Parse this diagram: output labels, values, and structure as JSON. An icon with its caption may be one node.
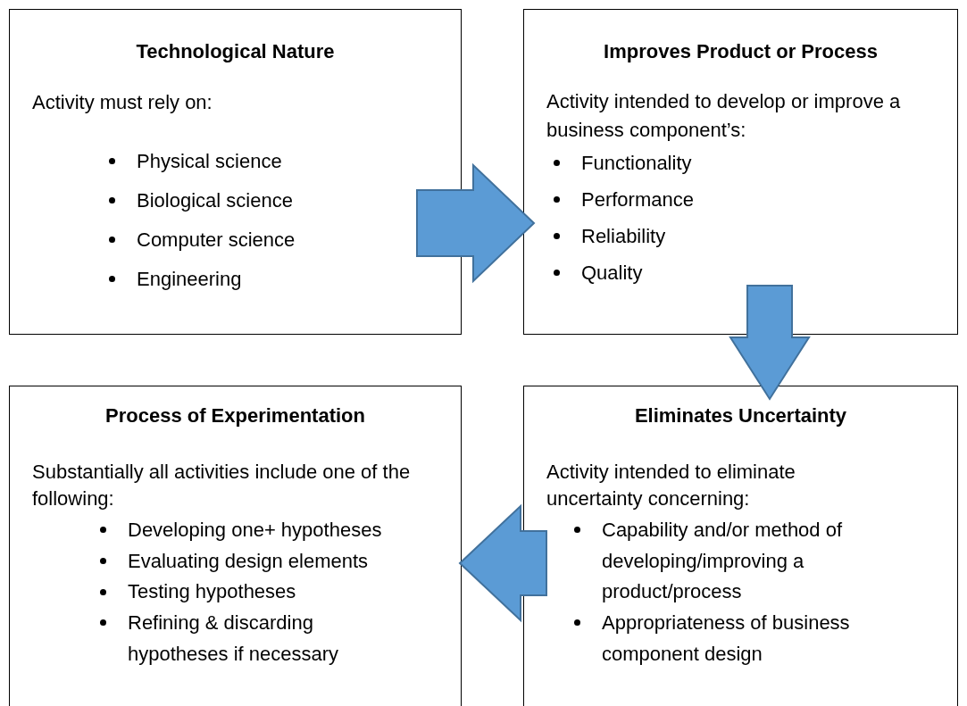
{
  "diagram": {
    "nodes": [
      {
        "text": [
          "Technological Nature",
          "Activity must rely on:",
          "Physical science",
          "Biological science",
          "Computer science",
          "Engineering"
        ]
      },
      {
        "text": [
          "Improves Product or Process",
          "Activity intended to develop or improve a business component’s:",
          "Functionality",
          "Performance",
          "Reliability",
          "Quality"
        ]
      },
      {
        "text": [
          "Process of Experimentation",
          "Substantially all activities include one of the following:",
          "Developing one+ hypotheses",
          "Evaluating design elements",
          "Testing hypotheses",
          "Refining & discarding hypotheses if necessary"
        ]
      },
      {
        "text": [
          "Eliminates Uncertainty",
          "Activity intended to eliminate uncertainty concerning:",
          "Capability and/or method of developing/improving a product/process",
          "Appropriateness of business component design"
        ]
      }
    ],
    "edges": [
      {
        "from": 0,
        "to": 1,
        "arrow": "to",
        "style": "thick"
      },
      {
        "from": 1,
        "to": 3,
        "arrow": "to",
        "style": "thick"
      },
      {
        "from": 3,
        "to": 2,
        "arrow": "to",
        "style": "thick"
      }
    ]
  }
}
